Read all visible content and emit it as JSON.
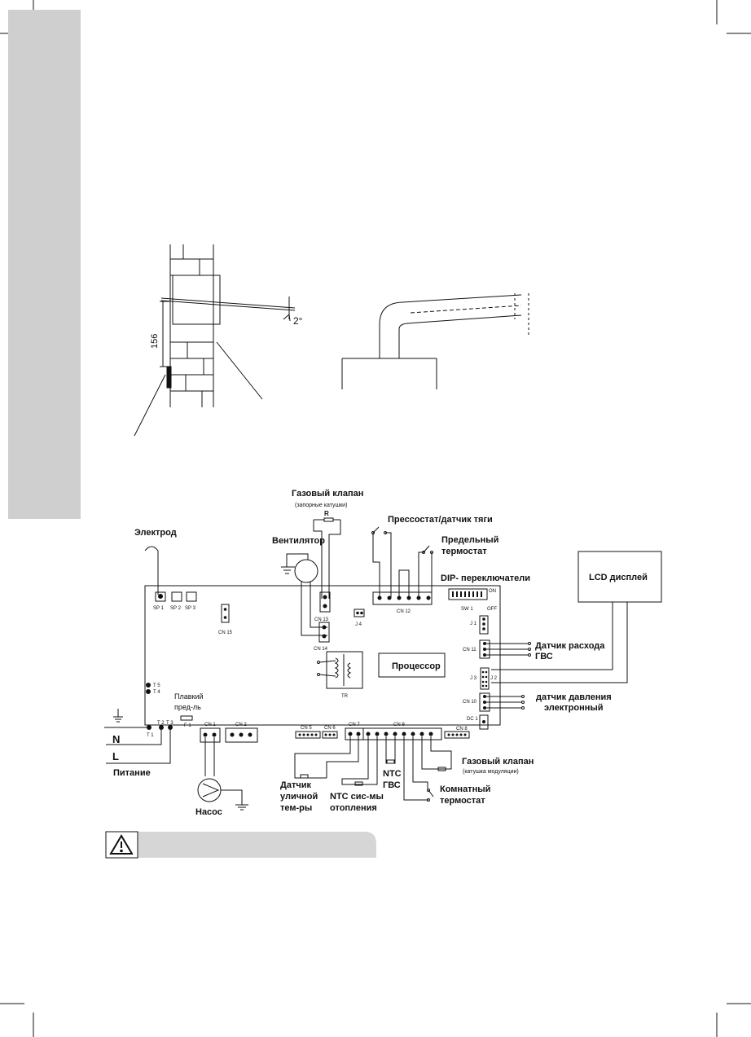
{
  "install": {
    "dim_height": "156",
    "angle": "2°"
  },
  "board": {
    "connectors": {
      "sp1": "SP 1",
      "sp2": "SP 2",
      "sp3": "SP 3",
      "cn15": "CN 15",
      "cn13": "CN 13",
      "cn14": "CN 14",
      "j4": "J 4",
      "cn12": "CN 12",
      "sw1": "SW 1",
      "on": "ON",
      "off": "OFF",
      "j1": "J 1",
      "cn11": "CN 11",
      "j2": "J 2",
      "j3": "J 3",
      "cn10": "CN 10",
      "dc1": "DC 1",
      "cn8": "CN 8",
      "cn5": "CN 5",
      "cn6": "CN 6",
      "cn7": "CN 7",
      "cn9": "CN 9",
      "cn1": "CN 1",
      "cn2": "CN 2",
      "tr": "TR",
      "t1": "T 1",
      "t2": "T 2",
      "t3": "T 3",
      "t4": "T 4",
      "t5": "T 5",
      "f1": "F 1",
      "r": "R"
    },
    "labels": {
      "gas_valve_top": "Газовый клапан",
      "gas_valve_top_sub": "(запорные катушки)",
      "electrode": "Электрод",
      "fan": "Вентилятор",
      "pressostat": "Прессостат/датчик тяги",
      "limit_thermostat_1": "Предельный",
      "limit_thermostat_2": "термостат",
      "dip": "DIP- переключатели",
      "lcd": "LCD  дисплей",
      "flow_sensor_1": "Датчик расхода",
      "flow_sensor_2": "ГВС",
      "processor": "Процессор",
      "pressure_sensor_1": "датчик давления",
      "pressure_sensor_2": "электронный",
      "fuse_1": "Плавкий",
      "fuse_2": "пред-ль",
      "n": "N",
      "l": "L",
      "power": "Питание",
      "pump": "Насос",
      "outdoor_1": "Датчик",
      "outdoor_2": "уличной",
      "outdoor_3": "тем-ры",
      "ntc_heat_1": "NTC сис-мы",
      "ntc_heat_2": "отопления",
      "ntc_dhw_1": "NTC",
      "ntc_dhw_2": "ГВС",
      "room_1": "Комнатный",
      "room_2": "термостат",
      "gas_valve_bottom": "Газовый клапан",
      "gas_valve_bottom_sub": "(катушка модуляции)"
    }
  },
  "colors": {
    "side_band": "#cfcfcf",
    "warning_bar": "#d6d6d6",
    "ink": "#111111"
  },
  "icons": {
    "warning": "warning-triangle-icon"
  }
}
